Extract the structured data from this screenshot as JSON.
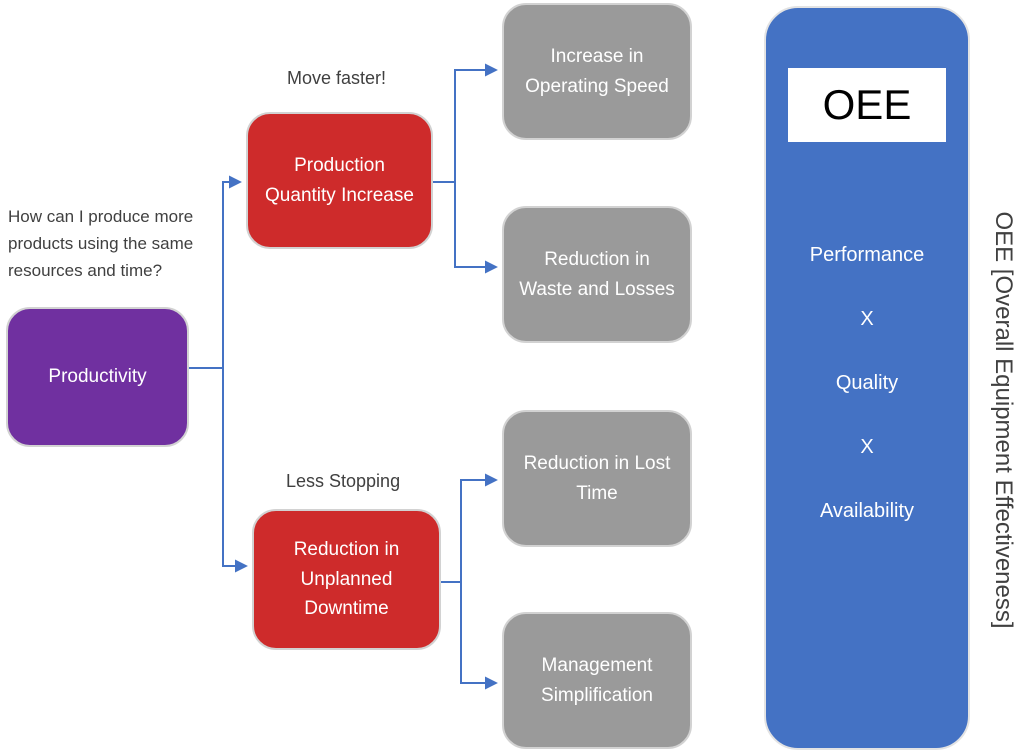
{
  "colors": {
    "purple": "#7030A0",
    "red": "#CE2B2B",
    "gray": "#9A9A9A",
    "blue": "#4472C4",
    "connector": "#4472C4",
    "text_dark": "#404040",
    "white": "#FFFFFF"
  },
  "question": {
    "text": "How can I produce more products using the same resources and time?"
  },
  "nodes": {
    "productivity": {
      "label": "Productivity"
    },
    "production_quantity_increase": {
      "label": "Production Quantity Increase",
      "annotation": "Move faster!"
    },
    "reduction_unplanned_downtime": {
      "label": "Reduction in Unplanned Downtime",
      "annotation": "Less Stopping"
    },
    "increase_operating_speed": {
      "label": "Increase in Operating Speed"
    },
    "reduction_waste_losses": {
      "label": "Reduction in Waste and Losses"
    },
    "reduction_lost_time": {
      "label": "Reduction in Lost Time"
    },
    "management_simplification": {
      "label": "Management Simplification"
    }
  },
  "oee_panel": {
    "title": "OEE",
    "factors": [
      "Performance",
      "X",
      "Quality",
      "X",
      "Availability"
    ],
    "side_label": "OEE [Overall Equipment Effectiveness]"
  }
}
